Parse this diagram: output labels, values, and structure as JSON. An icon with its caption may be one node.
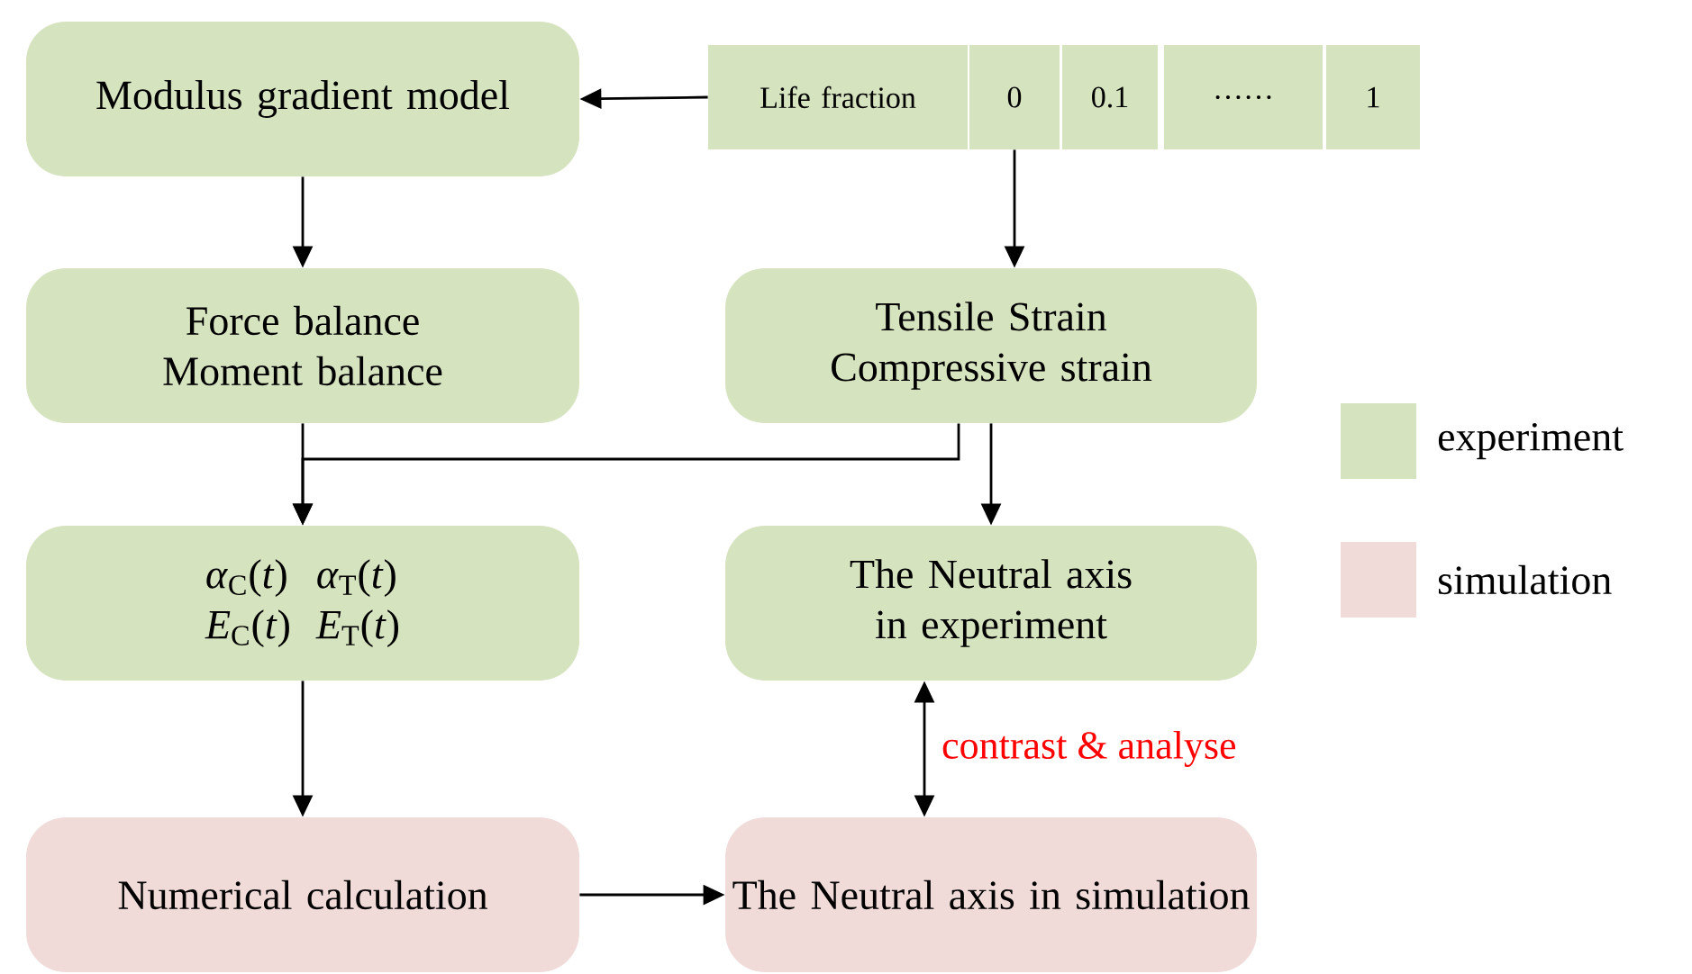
{
  "diagram": {
    "nodes": [
      {
        "text": [
          "Modulus gradient model"
        ]
      },
      {
        "text": [
          "Life fraction"
        ]
      },
      {
        "text": [
          "0"
        ]
      },
      {
        "text": [
          "0.1"
        ]
      },
      {
        "text": [
          "……"
        ]
      },
      {
        "text": [
          "1"
        ]
      },
      {
        "text": [
          "Force balance",
          "Moment balance"
        ]
      },
      {
        "text": [
          "Tensile Strain",
          "Compressive strain"
        ]
      },
      {
        "text": [
          "*α*$_{C}$(*t*)",
          "*α*$_{T}$(*t*)",
          "*E*$_{C}$(*t*)",
          "*E*$_{T}$(*t*)"
        ]
      },
      {
        "text": [
          "The Neutral axis in experiment"
        ]
      },
      {
        "text": [
          "Numerical calculation"
        ]
      },
      {
        "text": [
          "The Neutral axis in simulation"
        ]
      }
    ],
    "edges": [
      {
        "from": 1,
        "to": 0,
        "arrow": "to"
      },
      {
        "from": 2,
        "to": 7,
        "arrow": "to"
      },
      {
        "from": 0,
        "to": 6,
        "arrow": "to"
      },
      {
        "from": 6,
        "to": 8,
        "arrow": "to"
      },
      {
        "from": 7,
        "to": 8,
        "arrow": "to"
      },
      {
        "from": 7,
        "to": 9,
        "arrow": "to"
      },
      {
        "from": 8,
        "to": 10,
        "arrow": "to"
      },
      {
        "from": 10,
        "to": 11,
        "arrow": "to"
      },
      {
        "from": 9,
        "to": 11,
        "arrow": "both",
        "label": "contrast & analyse"
      }
    ],
    "legend": [
      {
        "text": "experiment",
        "color": "#d6e3bf"
      },
      {
        "text": "simulation",
        "color": "#f0dbd9"
      }
    ]
  }
}
